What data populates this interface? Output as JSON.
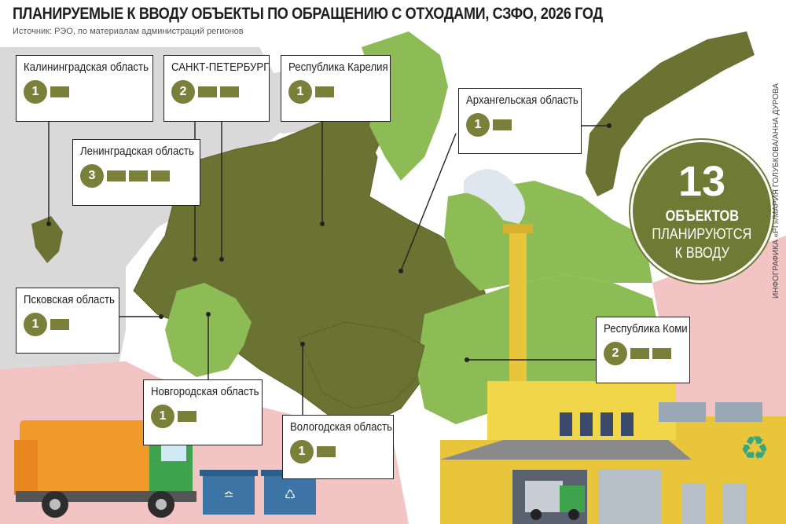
{
  "title": "ПЛАНИРУЕМЫЕ К ВВОДУ ОБЪЕКТЫ ПО ОБРАЩЕНИЮ С ОТХОДАМИ, СЗФО, 2026 ГОД",
  "source": "Источник: РЭО, по материалам администраций регионов",
  "summary": {
    "number": "13",
    "objects_label": "ОБЪЕКТОВ",
    "line1": "ПЛАНИРУЮТСЯ",
    "line2": "К ВВОДУ"
  },
  "regions": [
    {
      "name": "Калининградская область",
      "count": "1"
    },
    {
      "name": "САНКТ-ПЕТЕРБУРГ",
      "count": "2"
    },
    {
      "name": "Республика Карелия",
      "count": "1"
    },
    {
      "name": "Архангельская область",
      "count": "1"
    },
    {
      "name": "Ленинградская область",
      "count": "3"
    },
    {
      "name": "Псковская область",
      "count": "1"
    },
    {
      "name": "Республика Коми",
      "count": "2"
    },
    {
      "name": "Новгородская область",
      "count": "1"
    },
    {
      "name": "Вологодская область",
      "count": "1"
    }
  ],
  "credit": "ИНФОГРАФИКА «РГ»/МАРИЯ ГОЛУБКОВА/АННА ДУРОВА",
  "colors": {
    "accent": "#7a7f3a",
    "map_dark": "#6b7333",
    "map_light": "#8dbb55",
    "neighbor_gray": "#d9d9d9",
    "neighbor_pink": "#f2c4c4",
    "water": "#ffffff"
  },
  "icons": [
    "garbage-truck-icon",
    "waste-container-icon",
    "factory-icon",
    "recycle-icon"
  ]
}
